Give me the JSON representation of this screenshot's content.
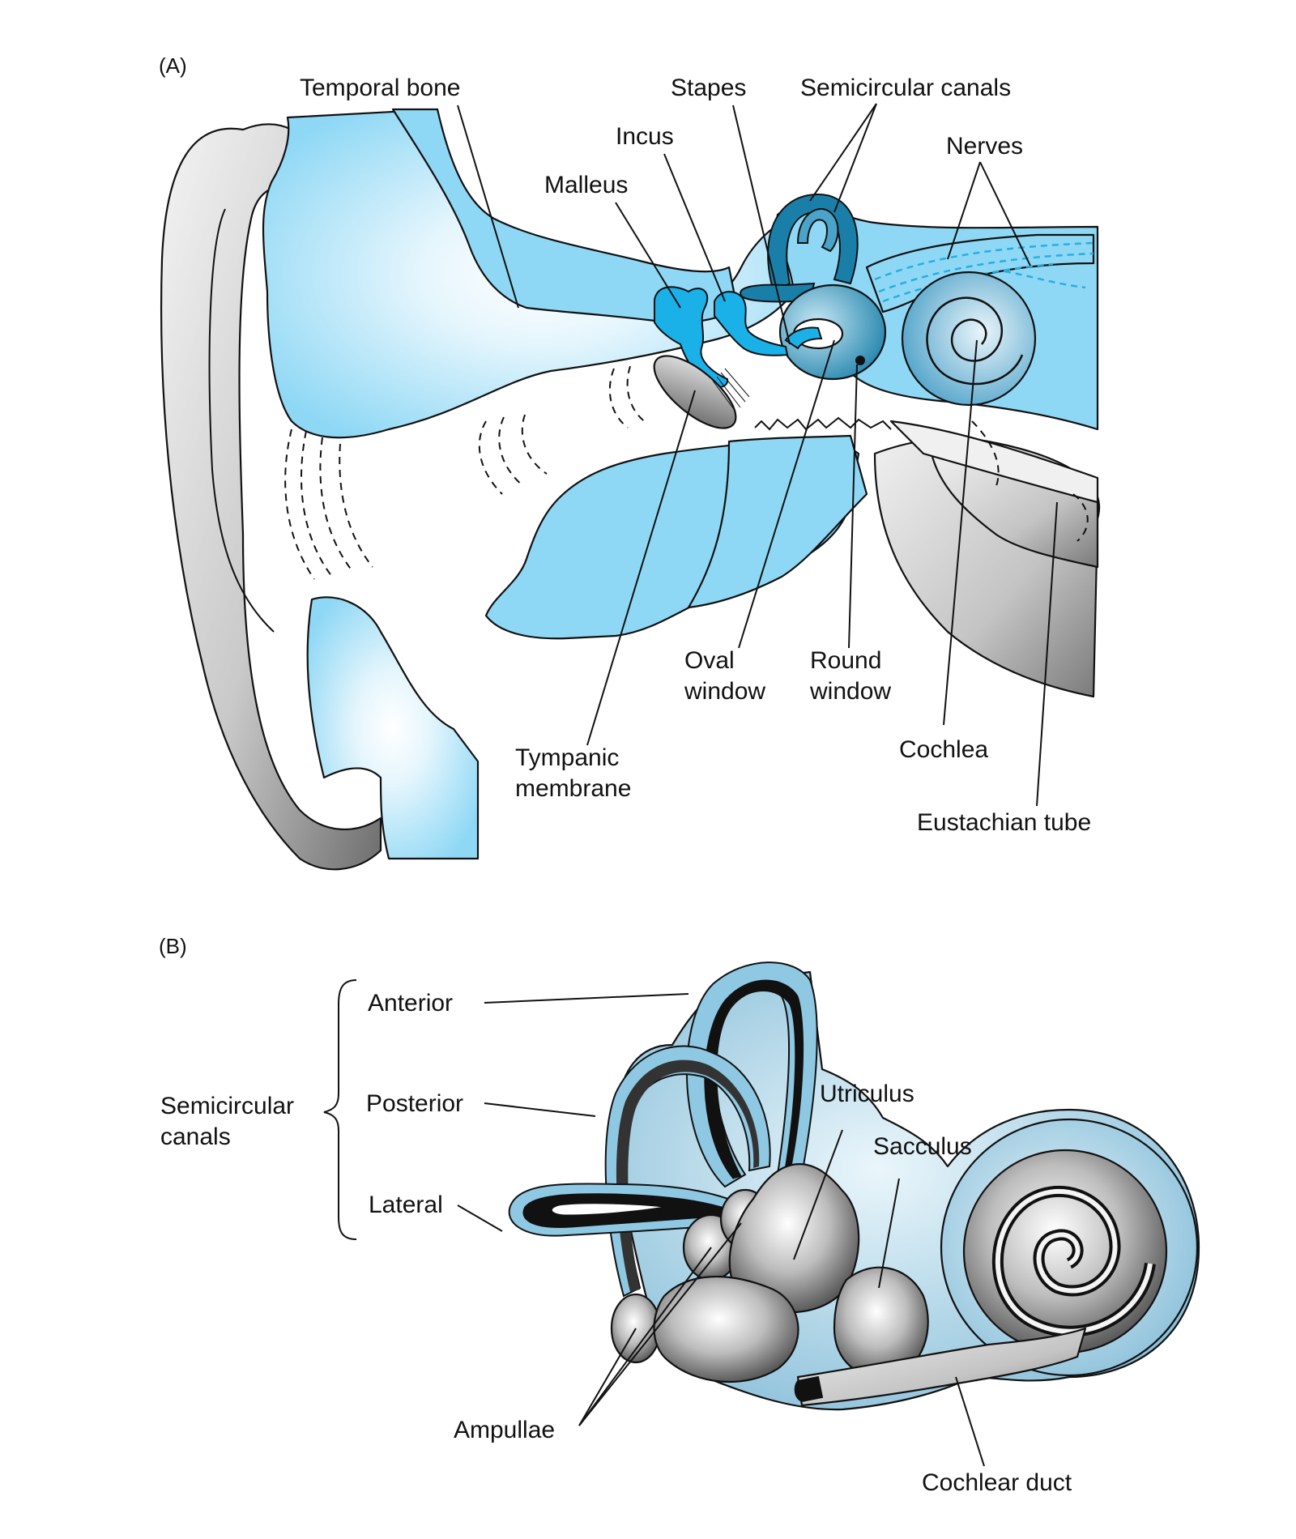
{
  "panel_a": {
    "tag": "(A)",
    "labels": {
      "temporal_bone": "Temporal bone",
      "stapes": "Stapes",
      "semicircular_canals": "Semicircular canals",
      "incus": "Incus",
      "nerves": "Nerves",
      "malleus": "Malleus",
      "oval_window": [
        "Oval",
        "window"
      ],
      "round_window": [
        "Round",
        "window"
      ],
      "tympanic_membrane": [
        "Tympanic",
        "membrane"
      ],
      "cochlea": "Cochlea",
      "eustachian_tube": "Eustachian tube"
    }
  },
  "panel_b": {
    "tag": "(B)",
    "labels": {
      "semicircular_canals": [
        "Semicircular",
        "canals"
      ],
      "anterior": "Anterior",
      "posterior": "Posterior",
      "lateral": "Lateral",
      "utriculus": "Utriculus",
      "sacculus": "Sacculus",
      "ampullae": "Ampullae",
      "cochlear_duct": "Cochlear duct"
    }
  },
  "colors": {
    "bone_blue": "#8fd8f5",
    "labyrinth_blue": "#1a7fa8",
    "ossicle_blue": "#1ab0e8",
    "grey_dark": "#8a8a8a",
    "grey_light": "#e4e4e4"
  }
}
